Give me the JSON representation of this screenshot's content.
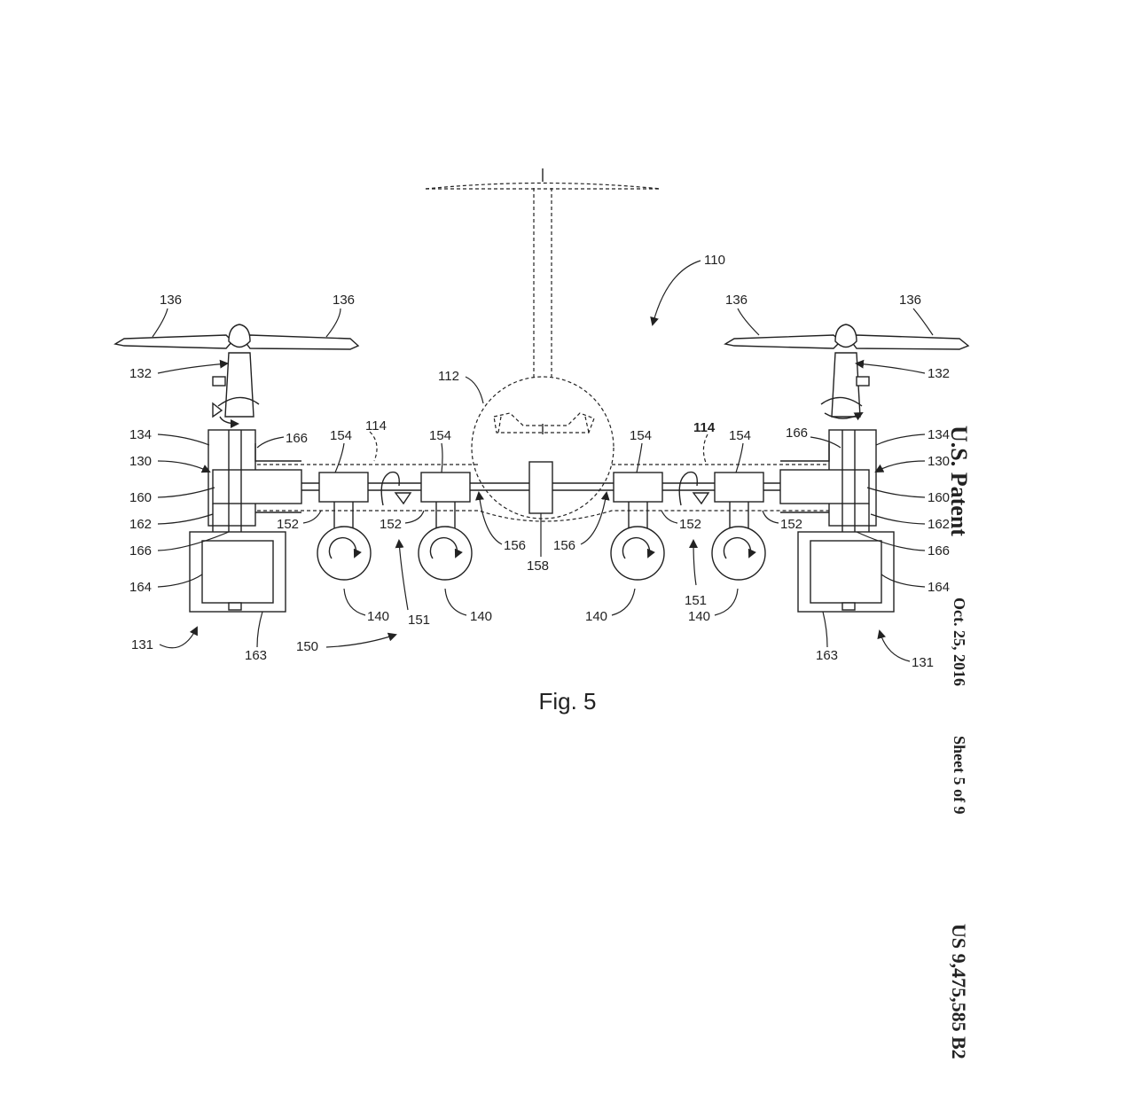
{
  "header": {
    "patent_label": "U.S. Patent",
    "date": "Oct. 25, 2016",
    "sheet": "Sheet 5 of 9",
    "patent_number": "US 9,475,585 B2"
  },
  "figure": {
    "caption": "Fig. 5"
  },
  "reference_numerals": [
    {
      "name": "ref-110",
      "text": "110"
    },
    {
      "name": "ref-136-left-outer",
      "text": "136"
    },
    {
      "name": "ref-136-left-inner",
      "text": "136"
    },
    {
      "name": "ref-136-right-inner",
      "text": "136"
    },
    {
      "name": "ref-136-right-outer",
      "text": "136"
    },
    {
      "name": "ref-132-left",
      "text": "132"
    },
    {
      "name": "ref-132-right",
      "text": "132"
    },
    {
      "name": "ref-112",
      "text": "112"
    },
    {
      "name": "ref-114-left",
      "text": "114"
    },
    {
      "name": "ref-114-right",
      "text": "114"
    },
    {
      "name": "ref-134-left",
      "text": "134"
    },
    {
      "name": "ref-134-right",
      "text": "134"
    },
    {
      "name": "ref-166-left-top",
      "text": "166"
    },
    {
      "name": "ref-166-right-top",
      "text": "166"
    },
    {
      "name": "ref-154-1",
      "text": "154"
    },
    {
      "name": "ref-154-2",
      "text": "154"
    },
    {
      "name": "ref-154-3",
      "text": "154"
    },
    {
      "name": "ref-154-4",
      "text": "154"
    },
    {
      "name": "ref-130-left",
      "text": "130"
    },
    {
      "name": "ref-130-right",
      "text": "130"
    },
    {
      "name": "ref-160-left",
      "text": "160"
    },
    {
      "name": "ref-160-right",
      "text": "160"
    },
    {
      "name": "ref-162-left",
      "text": "162"
    },
    {
      "name": "ref-162-right",
      "text": "162"
    },
    {
      "name": "ref-152-1",
      "text": "152"
    },
    {
      "name": "ref-152-2",
      "text": "152"
    },
    {
      "name": "ref-152-3",
      "text": "152"
    },
    {
      "name": "ref-152-4",
      "text": "152"
    },
    {
      "name": "ref-166-left-bottom",
      "text": "166"
    },
    {
      "name": "ref-166-right-bottom",
      "text": "166"
    },
    {
      "name": "ref-156-left",
      "text": "156"
    },
    {
      "name": "ref-156-right",
      "text": "156"
    },
    {
      "name": "ref-158",
      "text": "158"
    },
    {
      "name": "ref-164-left",
      "text": "164"
    },
    {
      "name": "ref-164-right",
      "text": "164"
    },
    {
      "name": "ref-151-left",
      "text": "151"
    },
    {
      "name": "ref-151-right",
      "text": "151"
    },
    {
      "name": "ref-140-1",
      "text": "140"
    },
    {
      "name": "ref-140-2",
      "text": "140"
    },
    {
      "name": "ref-140-3",
      "text": "140"
    },
    {
      "name": "ref-140-4",
      "text": "140"
    },
    {
      "name": "ref-131-left",
      "text": "131"
    },
    {
      "name": "ref-131-right",
      "text": "131"
    },
    {
      "name": "ref-163-left",
      "text": "163"
    },
    {
      "name": "ref-163-right",
      "text": "163"
    },
    {
      "name": "ref-150",
      "text": "150"
    }
  ]
}
